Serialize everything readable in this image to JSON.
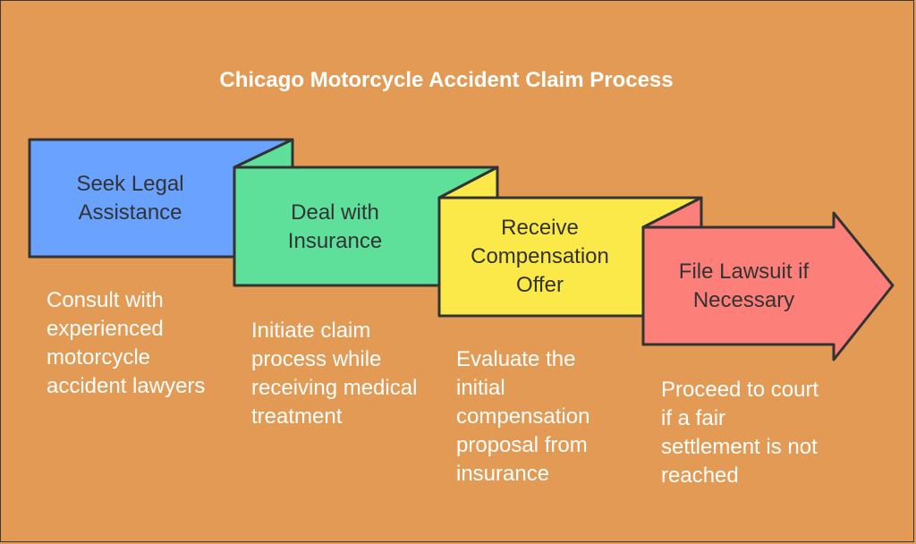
{
  "title": "Chicago Motorcycle Accident Claim Process",
  "colors": {
    "background": "#e39a55",
    "step1": "#6aa2ff",
    "step2": "#5ee09a",
    "step3": "#fbe94a",
    "step4": "#fc7f79",
    "fold": "#2e2e2e",
    "outline": "#333333"
  },
  "steps": [
    {
      "label": "Seek Legal\nAssistance",
      "description": "Consult with experienced motorcycle accident lawyers"
    },
    {
      "label": "Deal with\nInsurance",
      "description": "Initiate claim process while receiving medical treatment"
    },
    {
      "label": "Receive\nCompensation\nOffer",
      "description": "Evaluate the initial compensation proposal from insurance"
    },
    {
      "label": "File Lawsuit if\nNecessary",
      "description": "Proceed to court if a fair settlement is not reached"
    }
  ]
}
